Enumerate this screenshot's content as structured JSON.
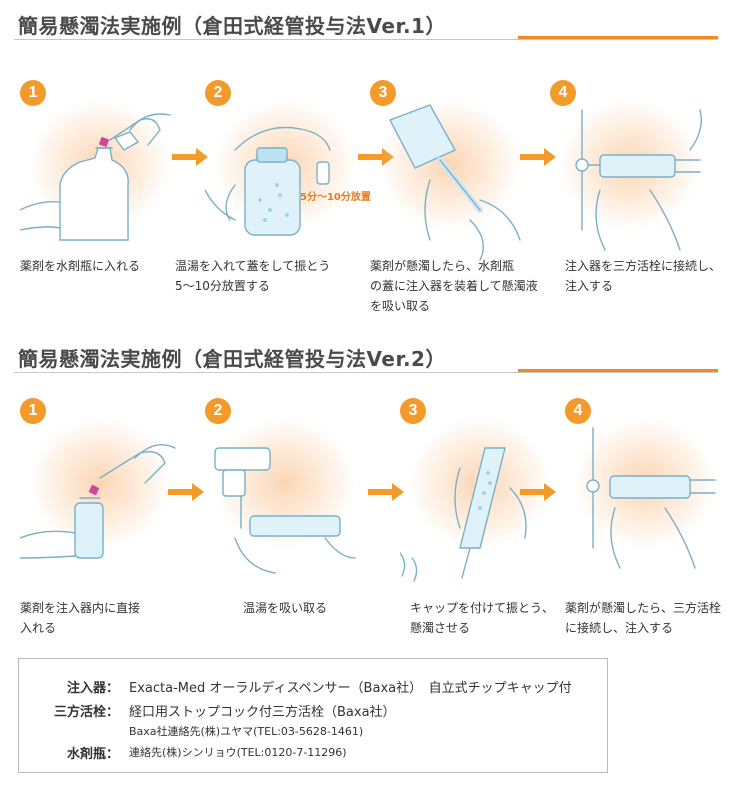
{
  "section1": {
    "title": "簡易懸濁法実施例（倉田式経管投与法Ver.1）",
    "steps": [
      {
        "num": "1",
        "caption": "薬剤を水剤瓶に入れる"
      },
      {
        "num": "2",
        "caption": "温湯を入れて蓋をして振とう\n5〜10分放置する",
        "overlay": "5分〜10分放置"
      },
      {
        "num": "3",
        "caption": "薬剤が懸濁したら、水剤瓶\nの蓋に注入器を装着して懸濁液\nを吸い取る"
      },
      {
        "num": "4",
        "caption": "注入器を三方活栓に接続し、\n注入する"
      }
    ]
  },
  "section2": {
    "title": "簡易懸濁法実施例（倉田式経管投与法Ver.2）",
    "steps": [
      {
        "num": "1",
        "caption": "薬剤を注入器内に直接\n入れる"
      },
      {
        "num": "2",
        "caption": "温湯を吸い取る"
      },
      {
        "num": "3",
        "caption": "キャップを付けて振とう、\n懸濁させる"
      },
      {
        "num": "4",
        "caption": "薬剤が懸濁したら、三方活栓\nに接続し、注入する"
      }
    ]
  },
  "info": {
    "injector_label": "注入器：",
    "injector_value": "Exacta-Med オーラルディスペンサー（Baxa社）　自立式チップキャップ付",
    "stopcock_label": "三方活栓：",
    "stopcock_value": "経口用ストップコック付三方活栓（Baxa社）",
    "stopcock_sub": "Baxa社連絡先(株)ユヤマ(TEL:03-5628-1461)",
    "bottle_label": "水剤瓶：",
    "bottle_value": "連絡先(株)シンリョウ(TEL:0120-7-11296)"
  },
  "colors": {
    "accent": "#f39a2b",
    "title": "#4a4a4a",
    "line": "#7ab0c8",
    "glow": "#fbc89a"
  }
}
